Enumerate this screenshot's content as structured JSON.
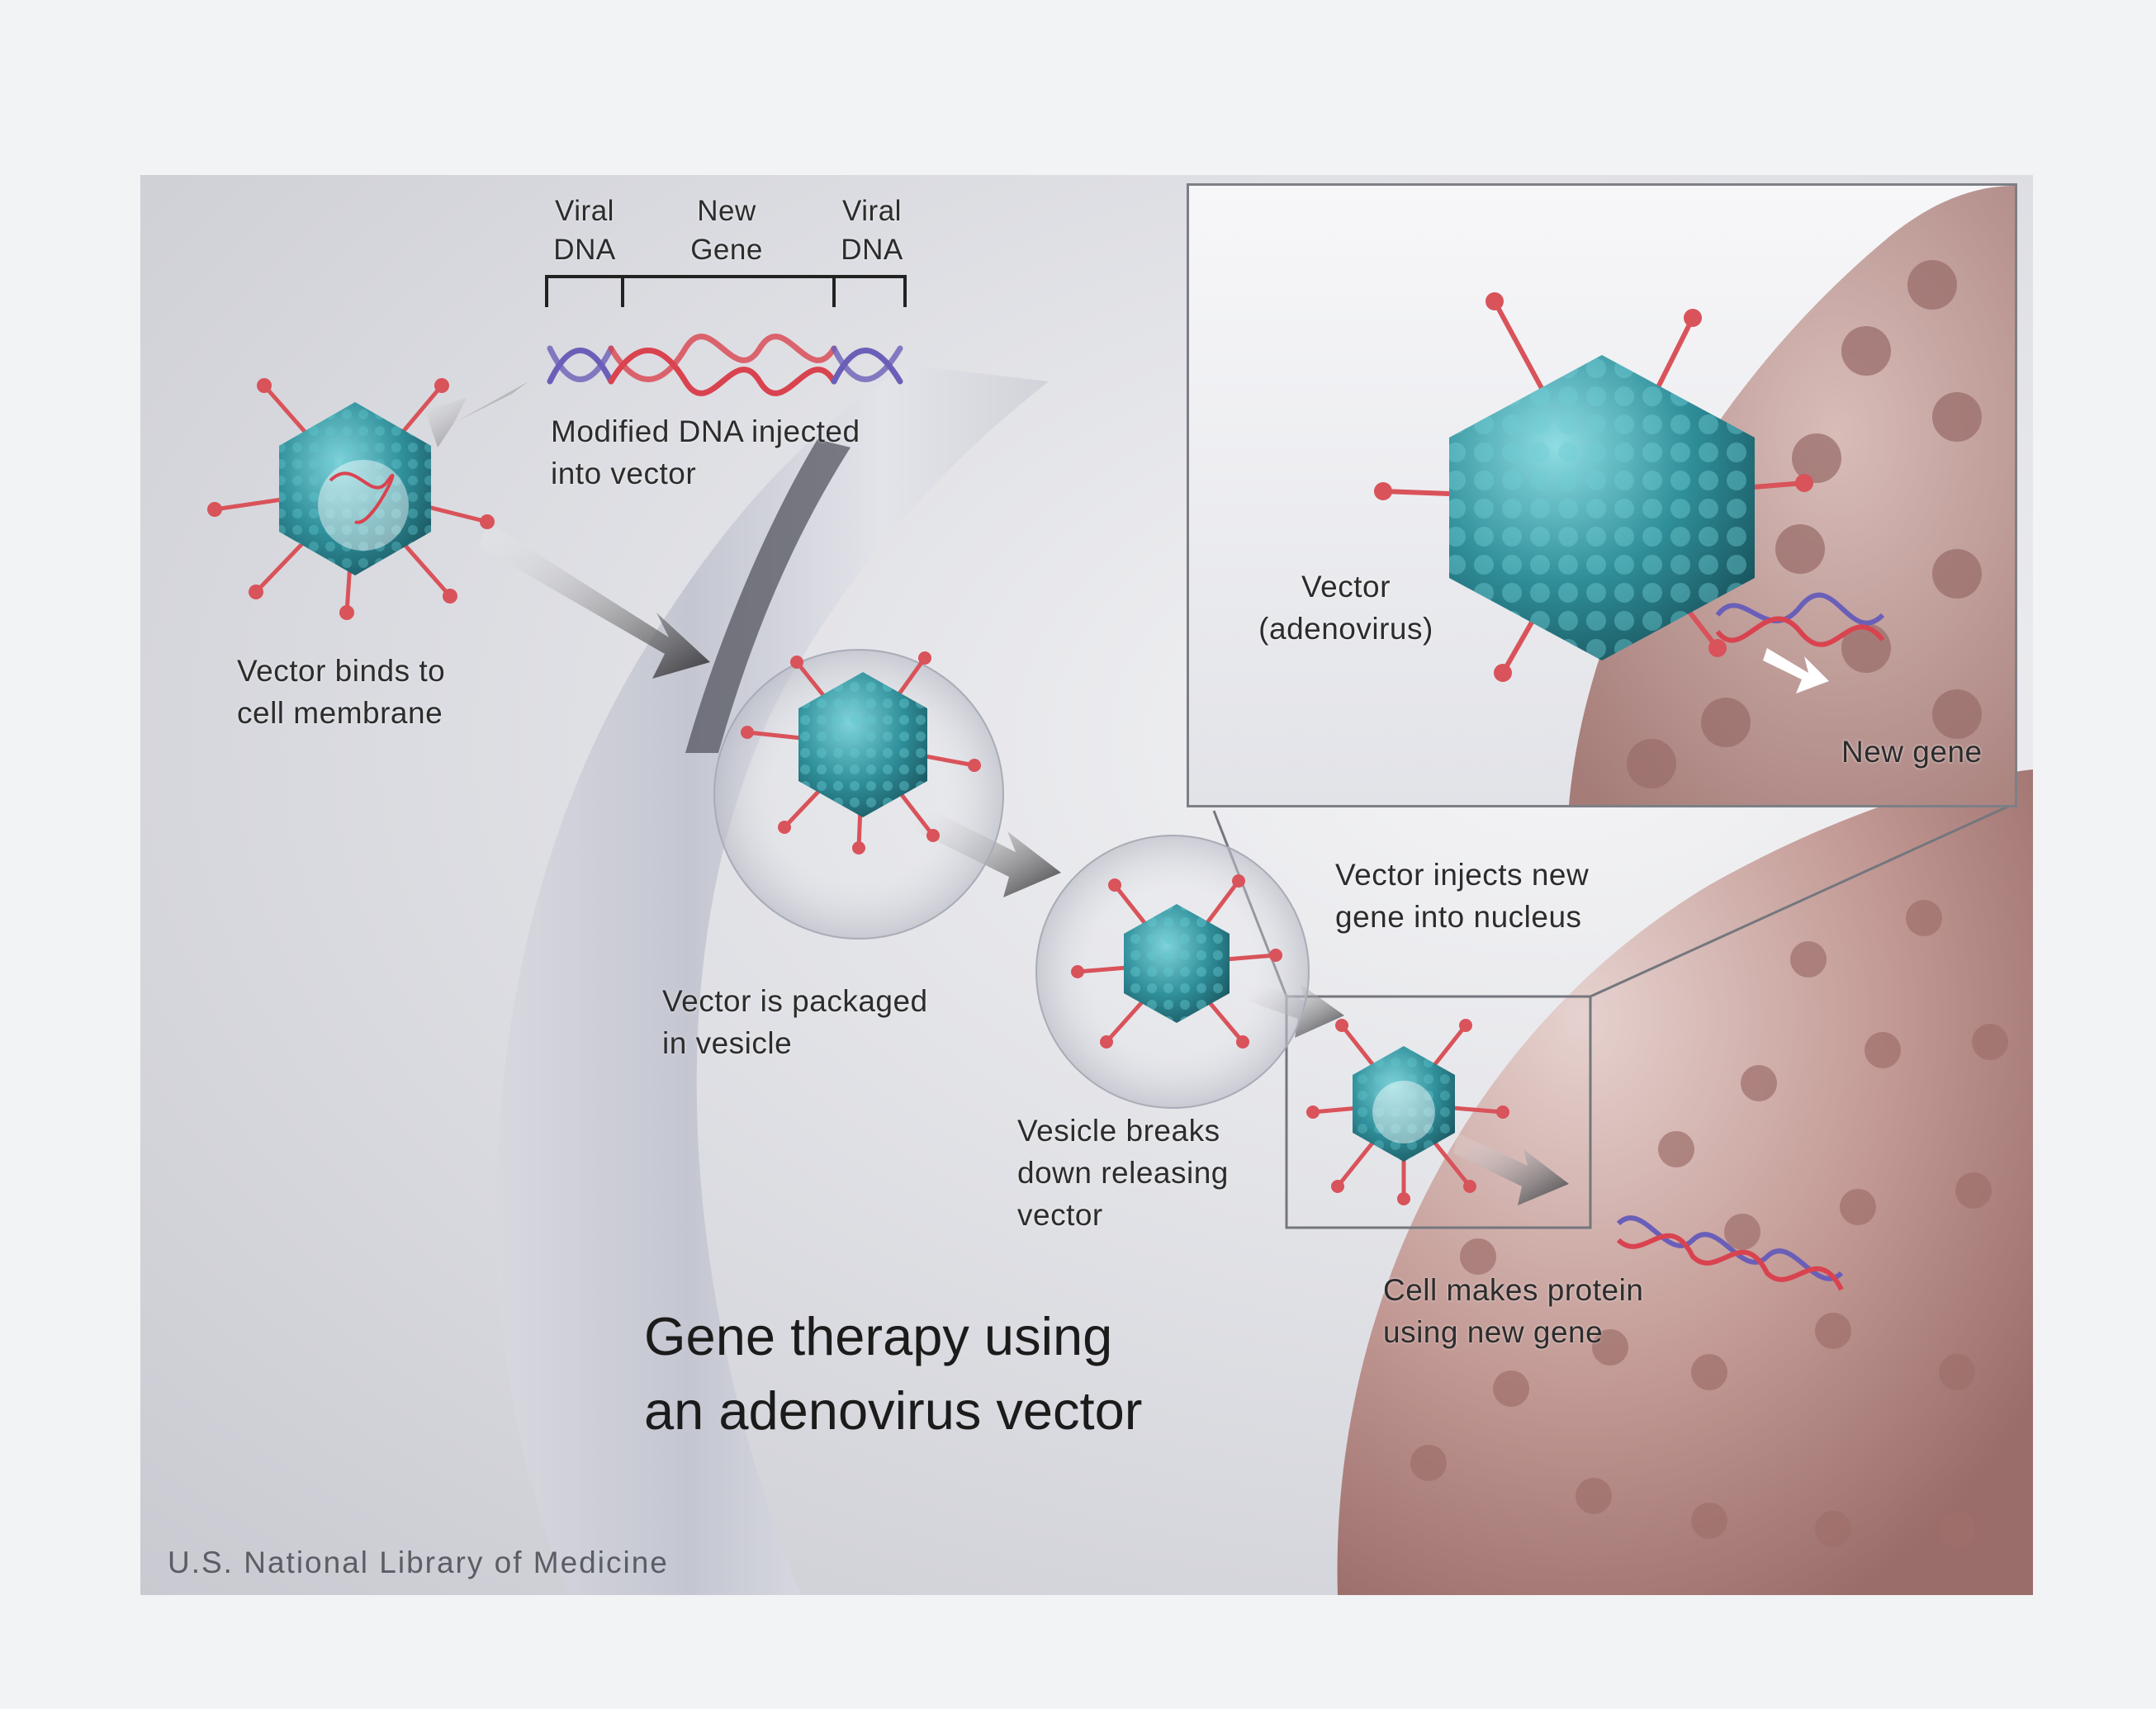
{
  "figure": {
    "title": "Gene therapy using\nan adenovirus vector",
    "credit": "U.S. National Library of Medicine"
  },
  "dna_segments": [
    {
      "label": "Viral\nDNA",
      "color": "#6a5fb8"
    },
    {
      "label": "New\nGene",
      "color": "#d9434f"
    },
    {
      "label": "Viral\nDNA",
      "color": "#6a5fb8"
    }
  ],
  "steps": {
    "modified_dna": "Modified DNA injected\ninto vector",
    "binds": "Vector binds to\ncell membrane",
    "packaged": "Vector is packaged\nin vesicle",
    "breaks_down": "Vesicle breaks\ndown releasing\nvector",
    "injects": "Vector injects new\ngene into nucleus",
    "protein": "Cell makes protein\nusing new gene"
  },
  "inset": {
    "vector_label": "Vector\n(adenovirus)",
    "gene_label": "New gene"
  },
  "colors": {
    "capsid": "#2f8f9a",
    "capsid_highlight": "#63c6cf",
    "spike": "#d9535a",
    "nucleus": "#b98a86",
    "membrane": "#b9bac6",
    "dna_blue": "#6a5fb8",
    "dna_red": "#d9434f"
  }
}
